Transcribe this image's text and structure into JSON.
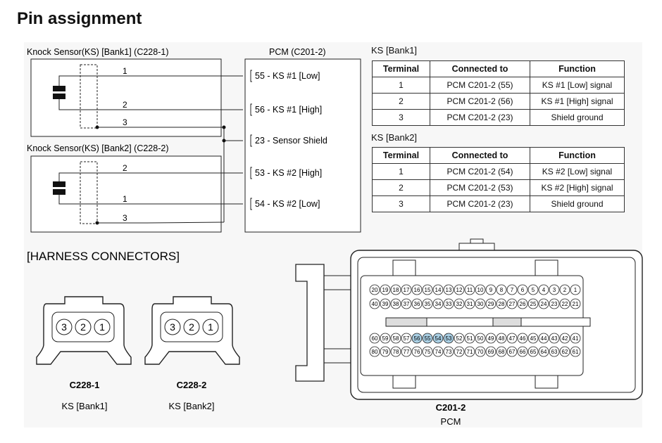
{
  "title": "Pin assignment",
  "diagram": {
    "sensor1_label": "Knock Sensor(KS) [Bank1] (C228-1)",
    "sensor2_label": "Knock Sensor(KS)  [Bank2] (C228-2)",
    "pcm_label": "PCM (C201-2)",
    "sensor1_wires": [
      "1",
      "2",
      "3"
    ],
    "sensor2_wires": [
      "2",
      "1",
      "3"
    ],
    "pcm_pins": [
      "55 - KS #1 [Low]",
      "56 - KS #1 [High]",
      "23 - Sensor Shield",
      "53 - KS #2 [High]",
      "54 - KS #2 [Low]"
    ]
  },
  "tables": [
    {
      "label": "KS  [Bank1]",
      "headers": [
        "Terminal",
        "Connected to",
        "Function"
      ],
      "rows": [
        [
          "1",
          "PCM C201-2 (55)",
          "KS #1 [Low] signal"
        ],
        [
          "2",
          "PCM C201-2 (56)",
          "KS #1 [High] signal"
        ],
        [
          "3",
          "PCM C201-2 (23)",
          "Shield ground"
        ]
      ]
    },
    {
      "label": "KS  [Bank2]",
      "headers": [
        "Terminal",
        "Connected to",
        "Function"
      ],
      "rows": [
        [
          "1",
          "PCM C201-2 (54)",
          "KS #2 [Low] signal"
        ],
        [
          "2",
          "PCM C201-2 (53)",
          "KS #2 [High] signal"
        ],
        [
          "3",
          "PCM C201-2 (23)",
          "Shield ground"
        ]
      ]
    }
  ],
  "harness": {
    "title": "[HARNESS CONNECTORS]",
    "connectors": [
      {
        "id": "C228-1",
        "sub": "KS  [Bank1]",
        "pins": [
          "3",
          "2",
          "1"
        ]
      },
      {
        "id": "C228-2",
        "sub": "KS  [Bank2]",
        "pins": [
          "3",
          "2",
          "1"
        ]
      }
    ],
    "pcm_connector": {
      "id": "C201-2",
      "sub": "PCM",
      "row1": [
        "20",
        "19",
        "18",
        "17",
        "16",
        "15",
        "14",
        "13",
        "12",
        "11",
        "10",
        "9",
        "8",
        "7",
        "6",
        "5",
        "4",
        "3",
        "2",
        "1"
      ],
      "row2": [
        "40",
        "39",
        "38",
        "37",
        "36",
        "35",
        "34",
        "33",
        "32",
        "31",
        "30",
        "29",
        "28",
        "27",
        "26",
        "25",
        "24",
        "23",
        "22",
        "21"
      ],
      "row3": [
        "60",
        "59",
        "58",
        "57",
        "56",
        "55",
        "54",
        "53",
        "52",
        "51",
        "50",
        "49",
        "48",
        "47",
        "46",
        "45",
        "44",
        "43",
        "42",
        "41"
      ],
      "row4": [
        "80",
        "79",
        "78",
        "77",
        "76",
        "75",
        "74",
        "73",
        "72",
        "71",
        "70",
        "69",
        "68",
        "67",
        "66",
        "65",
        "64",
        "63",
        "62",
        "61"
      ],
      "highlighted": [
        "56",
        "55",
        "54",
        "53"
      ],
      "highlight_color": "#a9cfe4"
    }
  }
}
